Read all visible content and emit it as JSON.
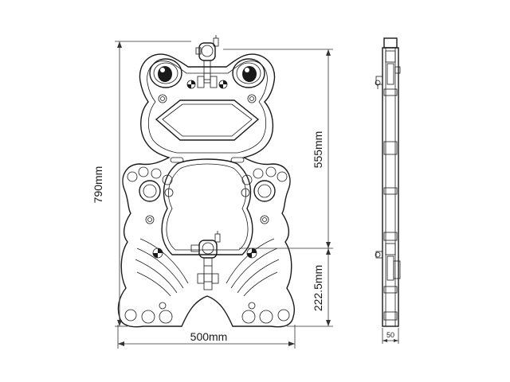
{
  "dimensions": {
    "height_total": "790mm",
    "height_upper": "555mm",
    "height_lower": "222.5mm",
    "width_total": "500mm",
    "depth": "50"
  },
  "colors": {
    "line": "#1a1a1a",
    "background": "#ffffff"
  }
}
